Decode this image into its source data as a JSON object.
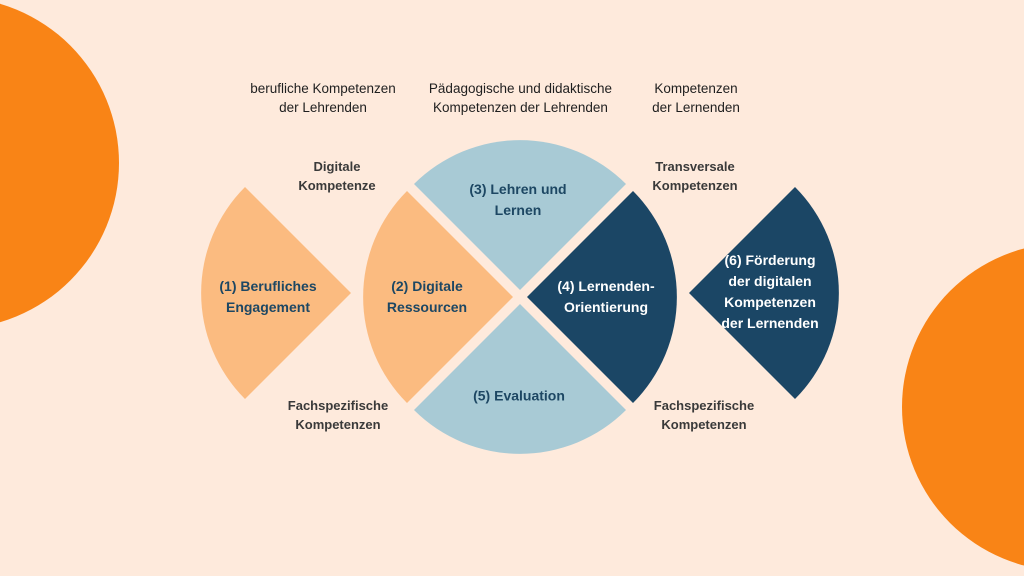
{
  "colors": {
    "background": "#feeadc",
    "accent_orange": "#f98416",
    "light_orange": "#fbbb80",
    "light_blue": "#a8cad5",
    "dark_blue": "#1b4665",
    "text_dark_blue": "#1d4763"
  },
  "headers": {
    "left": [
      "berufliche Kompetenzen",
      "der Lehrenden"
    ],
    "center": [
      "Pädagogische und didaktische",
      "Kompetenzen der Lehrenden"
    ],
    "right": [
      "Kompetenzen",
      "der Lernenden"
    ]
  },
  "side_labels": {
    "top_left": [
      "Digitale",
      "Kompetenze"
    ],
    "top_right": [
      "Transversale",
      "Kompetenzen"
    ],
    "bottom_left": [
      "Fachspezifische",
      "Kompetenzen"
    ],
    "bottom_right": [
      "Fachspezifische",
      "Kompetenzen"
    ]
  },
  "sectors": [
    {
      "id": 1,
      "lines": [
        "(1) Berufliches",
        "Engagement"
      ],
      "color": "#fbbb80",
      "text": "dark"
    },
    {
      "id": 2,
      "lines": [
        "(2) Digitale",
        "Ressourcen"
      ],
      "color": "#fbbb80",
      "text": "dark"
    },
    {
      "id": 3,
      "lines": [
        "(3) Lehren und",
        "Lernen"
      ],
      "color": "#a8cad5",
      "text": "dark"
    },
    {
      "id": 4,
      "lines": [
        "(4) Lernenden-",
        "Orientierung"
      ],
      "color": "#1b4665",
      "text": "light"
    },
    {
      "id": 5,
      "lines": [
        "(5) Evaluation"
      ],
      "color": "#a8cad5",
      "text": "dark"
    },
    {
      "id": 6,
      "lines": [
        "(6) Förderung",
        "der digitalen",
        "Kompetenzen",
        "der Lernenden"
      ],
      "color": "#1b4665",
      "text": "light"
    }
  ]
}
